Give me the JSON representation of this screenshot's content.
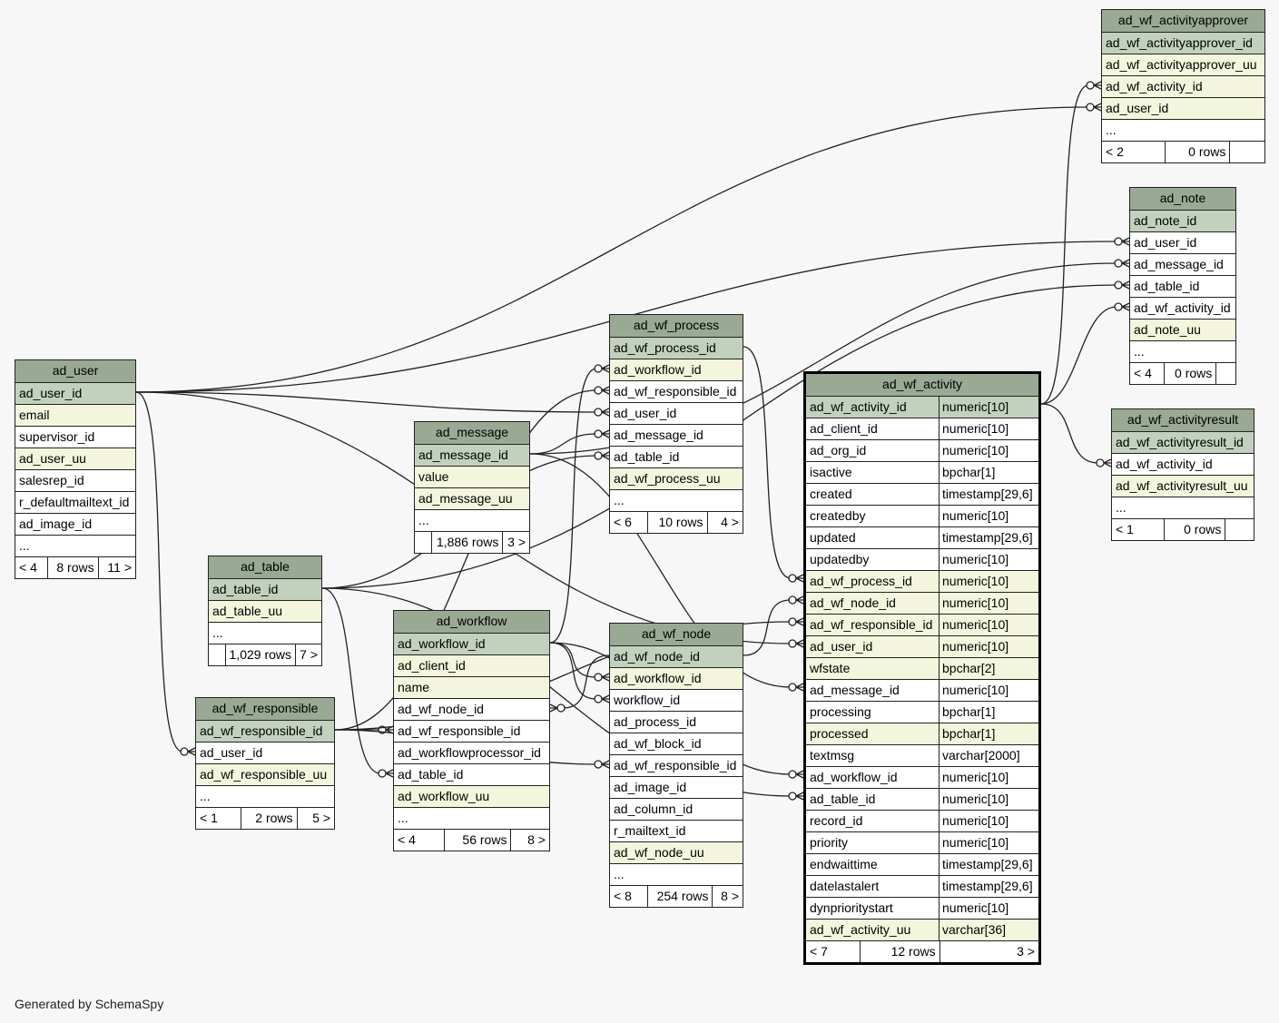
{
  "credit": "Generated by SchemaSpy",
  "colors": {
    "header": "#9aa993",
    "primary_key": "#c2d1bd",
    "indexed": "#f3f6dc",
    "plain": "#ffffff",
    "line": "#222222",
    "background": "#f7f7f7"
  },
  "tables": [
    {
      "id": "ad_user",
      "name": "ad_user",
      "columns": [
        {
          "name": "ad_user_id",
          "kind": "pk"
        },
        {
          "name": "email",
          "kind": "idx"
        },
        {
          "name": "supervisor_id",
          "kind": "plain"
        },
        {
          "name": "ad_user_uu",
          "kind": "idx"
        },
        {
          "name": "salesrep_id",
          "kind": "plain"
        },
        {
          "name": "r_defaultmailtext_id",
          "kind": "plain"
        },
        {
          "name": "ad_image_id",
          "kind": "plain"
        },
        {
          "name": "...",
          "kind": "plain"
        }
      ],
      "footer": [
        "< 4",
        "8 rows",
        "11 >"
      ]
    },
    {
      "id": "ad_table",
      "name": "ad_table",
      "columns": [
        {
          "name": "ad_table_id",
          "kind": "pk"
        },
        {
          "name": "ad_table_uu",
          "kind": "idx"
        },
        {
          "name": "...",
          "kind": "plain"
        }
      ],
      "footer": [
        "",
        "1,029 rows",
        "7 >"
      ]
    },
    {
      "id": "ad_wf_responsible",
      "name": "ad_wf_responsible",
      "columns": [
        {
          "name": "ad_wf_responsible_id",
          "kind": "pk"
        },
        {
          "name": "ad_user_id",
          "kind": "plain"
        },
        {
          "name": "ad_wf_responsible_uu",
          "kind": "idx"
        },
        {
          "name": "...",
          "kind": "plain"
        }
      ],
      "footer": [
        "< 1",
        "2 rows",
        "5 >"
      ]
    },
    {
      "id": "ad_message",
      "name": "ad_message",
      "columns": [
        {
          "name": "ad_message_id",
          "kind": "pk"
        },
        {
          "name": "value",
          "kind": "idx"
        },
        {
          "name": "ad_message_uu",
          "kind": "idx"
        },
        {
          "name": "...",
          "kind": "plain"
        }
      ],
      "footer": [
        "",
        "1,886 rows",
        "3 >"
      ]
    },
    {
      "id": "ad_workflow",
      "name": "ad_workflow",
      "columns": [
        {
          "name": "ad_workflow_id",
          "kind": "pk"
        },
        {
          "name": "ad_client_id",
          "kind": "idx"
        },
        {
          "name": "name",
          "kind": "idx"
        },
        {
          "name": "ad_wf_node_id",
          "kind": "plain"
        },
        {
          "name": "ad_wf_responsible_id",
          "kind": "plain"
        },
        {
          "name": "ad_workflowprocessor_id",
          "kind": "plain"
        },
        {
          "name": "ad_table_id",
          "kind": "plain"
        },
        {
          "name": "ad_workflow_uu",
          "kind": "idx"
        },
        {
          "name": "...",
          "kind": "plain"
        }
      ],
      "footer": [
        "< 4",
        "56 rows",
        "8 >"
      ]
    },
    {
      "id": "ad_wf_process",
      "name": "ad_wf_process",
      "columns": [
        {
          "name": "ad_wf_process_id",
          "kind": "pk"
        },
        {
          "name": "ad_workflow_id",
          "kind": "idx"
        },
        {
          "name": "ad_wf_responsible_id",
          "kind": "plain"
        },
        {
          "name": "ad_user_id",
          "kind": "plain"
        },
        {
          "name": "ad_message_id",
          "kind": "plain"
        },
        {
          "name": "ad_table_id",
          "kind": "plain"
        },
        {
          "name": "ad_wf_process_uu",
          "kind": "idx"
        },
        {
          "name": "...",
          "kind": "plain"
        }
      ],
      "footer": [
        "< 6",
        "10 rows",
        "4 >"
      ]
    },
    {
      "id": "ad_wf_node",
      "name": "ad_wf_node",
      "columns": [
        {
          "name": "ad_wf_node_id",
          "kind": "pk"
        },
        {
          "name": "ad_workflow_id",
          "kind": "idx"
        },
        {
          "name": "workflow_id",
          "kind": "plain"
        },
        {
          "name": "ad_process_id",
          "kind": "plain"
        },
        {
          "name": "ad_wf_block_id",
          "kind": "plain"
        },
        {
          "name": "ad_wf_responsible_id",
          "kind": "plain"
        },
        {
          "name": "ad_image_id",
          "kind": "plain"
        },
        {
          "name": "ad_column_id",
          "kind": "plain"
        },
        {
          "name": "r_mailtext_id",
          "kind": "plain"
        },
        {
          "name": "ad_wf_node_uu",
          "kind": "idx"
        },
        {
          "name": "...",
          "kind": "plain"
        }
      ],
      "footer": [
        "< 8",
        "254 rows",
        "8 >"
      ]
    },
    {
      "id": "ad_wf_activity",
      "name": "ad_wf_activity",
      "columns": [
        {
          "name": "ad_wf_activity_id",
          "type": "numeric[10]",
          "kind": "pk"
        },
        {
          "name": "ad_client_id",
          "type": "numeric[10]",
          "kind": "plain"
        },
        {
          "name": "ad_org_id",
          "type": "numeric[10]",
          "kind": "plain"
        },
        {
          "name": "isactive",
          "type": "bpchar[1]",
          "kind": "plain"
        },
        {
          "name": "created",
          "type": "timestamp[29,6]",
          "kind": "plain"
        },
        {
          "name": "createdby",
          "type": "numeric[10]",
          "kind": "plain"
        },
        {
          "name": "updated",
          "type": "timestamp[29,6]",
          "kind": "plain"
        },
        {
          "name": "updatedby",
          "type": "numeric[10]",
          "kind": "plain"
        },
        {
          "name": "ad_wf_process_id",
          "type": "numeric[10]",
          "kind": "idx"
        },
        {
          "name": "ad_wf_node_id",
          "type": "numeric[10]",
          "kind": "idx"
        },
        {
          "name": "ad_wf_responsible_id",
          "type": "numeric[10]",
          "kind": "idx"
        },
        {
          "name": "ad_user_id",
          "type": "numeric[10]",
          "kind": "idx"
        },
        {
          "name": "wfstate",
          "type": "bpchar[2]",
          "kind": "idx"
        },
        {
          "name": "ad_message_id",
          "type": "numeric[10]",
          "kind": "plain"
        },
        {
          "name": "processing",
          "type": "bpchar[1]",
          "kind": "plain"
        },
        {
          "name": "processed",
          "type": "bpchar[1]",
          "kind": "idx"
        },
        {
          "name": "textmsg",
          "type": "varchar[2000]",
          "kind": "plain"
        },
        {
          "name": "ad_workflow_id",
          "type": "numeric[10]",
          "kind": "plain"
        },
        {
          "name": "ad_table_id",
          "type": "numeric[10]",
          "kind": "plain"
        },
        {
          "name": "record_id",
          "type": "numeric[10]",
          "kind": "plain"
        },
        {
          "name": "priority",
          "type": "numeric[10]",
          "kind": "plain"
        },
        {
          "name": "endwaittime",
          "type": "timestamp[29,6]",
          "kind": "plain"
        },
        {
          "name": "datelastalert",
          "type": "timestamp[29,6]",
          "kind": "plain"
        },
        {
          "name": "dynprioritystart",
          "type": "numeric[10]",
          "kind": "plain"
        },
        {
          "name": "ad_wf_activity_uu",
          "type": "varchar[36]",
          "kind": "idx"
        }
      ],
      "footer": [
        "< 7",
        "12 rows",
        "3 >"
      ]
    },
    {
      "id": "ad_wf_activityapprover",
      "name": "ad_wf_activityapprover",
      "columns": [
        {
          "name": "ad_wf_activityapprover_id",
          "kind": "pk"
        },
        {
          "name": "ad_wf_activityapprover_uu",
          "kind": "idx"
        },
        {
          "name": "ad_wf_activity_id",
          "kind": "idx"
        },
        {
          "name": "ad_user_id",
          "kind": "idx"
        },
        {
          "name": "...",
          "kind": "plain"
        }
      ],
      "footer": [
        "< 2",
        "0 rows",
        ""
      ]
    },
    {
      "id": "ad_note",
      "name": "ad_note",
      "columns": [
        {
          "name": "ad_note_id",
          "kind": "pk"
        },
        {
          "name": "ad_user_id",
          "kind": "plain"
        },
        {
          "name": "ad_message_id",
          "kind": "plain"
        },
        {
          "name": "ad_table_id",
          "kind": "plain"
        },
        {
          "name": "ad_wf_activity_id",
          "kind": "plain"
        },
        {
          "name": "ad_note_uu",
          "kind": "idx"
        },
        {
          "name": "...",
          "kind": "plain"
        }
      ],
      "footer": [
        "< 4",
        "0 rows",
        ""
      ]
    },
    {
      "id": "ad_wf_activityresult",
      "name": "ad_wf_activityresult",
      "columns": [
        {
          "name": "ad_wf_activityresult_id",
          "kind": "pk"
        },
        {
          "name": "ad_wf_activity_id",
          "kind": "plain"
        },
        {
          "name": "ad_wf_activityresult_uu",
          "kind": "idx"
        },
        {
          "name": "...",
          "kind": "plain"
        }
      ],
      "footer": [
        "< 1",
        "0 rows",
        ""
      ]
    }
  ],
  "relationships": [
    {
      "from": "ad_wf_activityapprover.ad_wf_activity_id",
      "to": "ad_wf_activity.ad_wf_activity_id"
    },
    {
      "from": "ad_wf_activityapprover.ad_user_id",
      "to": "ad_user.ad_user_id"
    },
    {
      "from": "ad_note.ad_user_id",
      "to": "ad_user.ad_user_id"
    },
    {
      "from": "ad_note.ad_message_id",
      "to": "ad_message.ad_message_id"
    },
    {
      "from": "ad_note.ad_table_id",
      "to": "ad_table.ad_table_id"
    },
    {
      "from": "ad_note.ad_wf_activity_id",
      "to": "ad_wf_activity.ad_wf_activity_id"
    },
    {
      "from": "ad_wf_activityresult.ad_wf_activity_id",
      "to": "ad_wf_activity.ad_wf_activity_id"
    },
    {
      "from": "ad_wf_process.ad_workflow_id",
      "to": "ad_workflow.ad_workflow_id"
    },
    {
      "from": "ad_wf_process.ad_wf_responsible_id",
      "to": "ad_wf_responsible.ad_wf_responsible_id"
    },
    {
      "from": "ad_wf_process.ad_user_id",
      "to": "ad_user.ad_user_id"
    },
    {
      "from": "ad_wf_process.ad_message_id",
      "to": "ad_message.ad_message_id"
    },
    {
      "from": "ad_wf_process.ad_table_id",
      "to": "ad_table.ad_table_id"
    },
    {
      "from": "ad_wf_responsible.ad_user_id",
      "to": "ad_user.ad_user_id"
    },
    {
      "from": "ad_workflow.ad_wf_node_id",
      "to": "ad_wf_node.ad_wf_node_id"
    },
    {
      "from": "ad_workflow.ad_wf_responsible_id",
      "to": "ad_wf_responsible.ad_wf_responsible_id"
    },
    {
      "from": "ad_workflow.ad_table_id",
      "to": "ad_table.ad_table_id"
    },
    {
      "from": "ad_wf_node.ad_workflow_id",
      "to": "ad_workflow.ad_workflow_id"
    },
    {
      "from": "ad_wf_node.workflow_id",
      "to": "ad_workflow.ad_workflow_id"
    },
    {
      "from": "ad_wf_node.ad_wf_responsible_id",
      "to": "ad_wf_responsible.ad_wf_responsible_id"
    },
    {
      "from": "ad_wf_activity.ad_wf_process_id",
      "to": "ad_wf_process.ad_wf_process_id"
    },
    {
      "from": "ad_wf_activity.ad_wf_node_id",
      "to": "ad_wf_node.ad_wf_node_id"
    },
    {
      "from": "ad_wf_activity.ad_wf_responsible_id",
      "to": "ad_wf_responsible.ad_wf_responsible_id"
    },
    {
      "from": "ad_wf_activity.ad_user_id",
      "to": "ad_user.ad_user_id"
    },
    {
      "from": "ad_wf_activity.ad_message_id",
      "to": "ad_message.ad_message_id"
    },
    {
      "from": "ad_wf_activity.ad_workflow_id",
      "to": "ad_workflow.ad_workflow_id"
    },
    {
      "from": "ad_wf_activity.ad_table_id",
      "to": "ad_table.ad_table_id"
    }
  ]
}
